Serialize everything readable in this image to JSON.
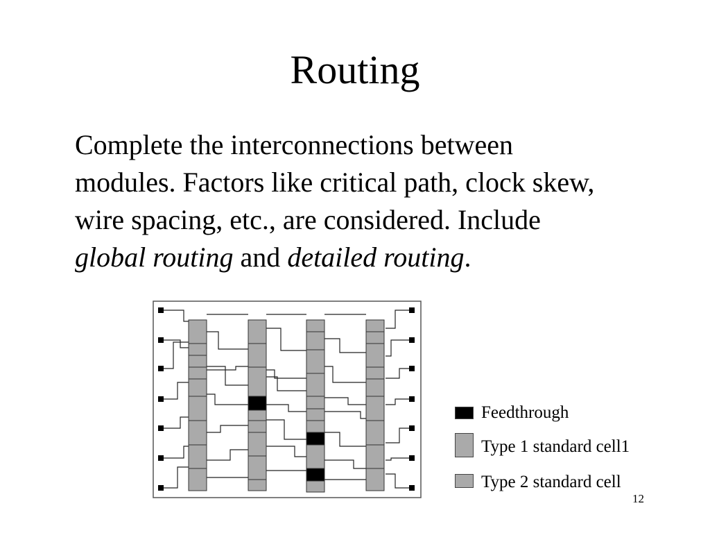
{
  "slide": {
    "title": "Routing",
    "body": {
      "line1": "Complete the interconnections between",
      "line2": "modules. Factors like critical path, clock skew,",
      "line3": "wire spacing, etc., are considered. Include",
      "italic1": "global routing",
      "connector": " and ",
      "italic2": "detailed routing",
      "period": "."
    },
    "legend": [
      {
        "label": "Feedthrough",
        "color": "#000000"
      },
      {
        "label": "Type 1 standard cell1",
        "color": "#aaaaaa"
      },
      {
        "label": "Type 2 standard cell",
        "color": "#aaaaaa"
      }
    ],
    "page_number": "12"
  }
}
